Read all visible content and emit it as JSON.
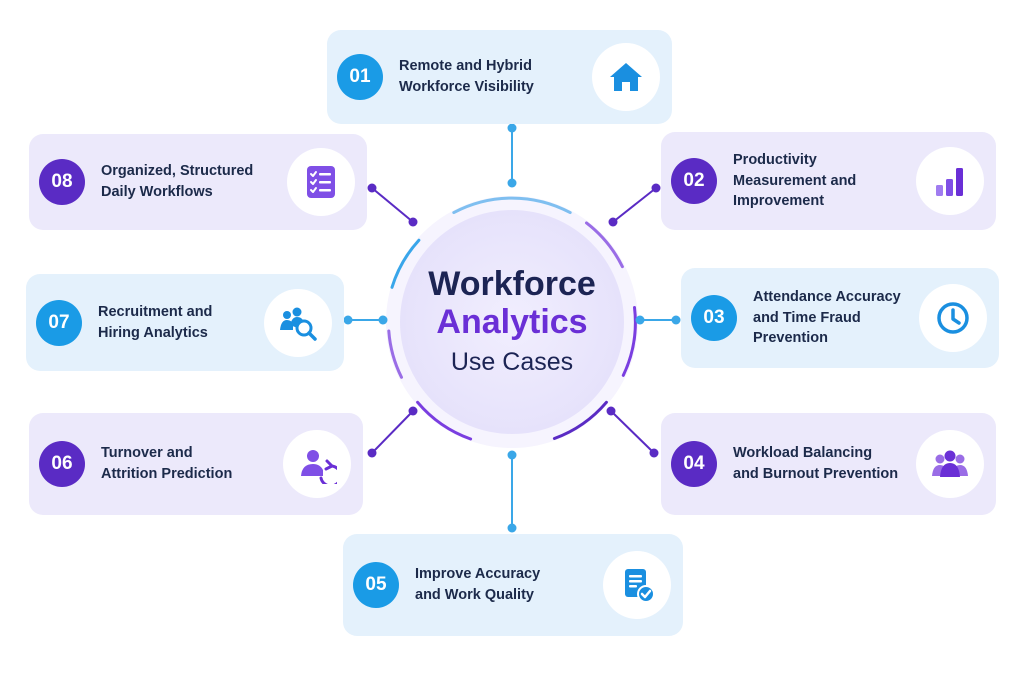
{
  "hub": {
    "line1": "Workforce",
    "line2": "Analytics",
    "line3": "Use Cases"
  },
  "colors": {
    "blue_accent": "#1a9be6",
    "purple_accent": "#5a2bc4",
    "blue_card": "#e4f1fc",
    "purple_card": "#ece9fb",
    "text_dark": "#1c2a4a"
  },
  "use_cases": [
    {
      "number": "01",
      "label": "Remote and Hybrid\nWorkforce Visibility",
      "icon": "home-icon",
      "theme": "blue"
    },
    {
      "number": "02",
      "label": "Productivity\nMeasurement and\nImprovement",
      "icon": "bar-chart-icon",
      "theme": "purple"
    },
    {
      "number": "03",
      "label": "Attendance Accuracy\nand Time Fraud\nPrevention",
      "icon": "clock-icon",
      "theme": "blue"
    },
    {
      "number": "04",
      "label": "Workload Balancing\nand Burnout Prevention",
      "icon": "team-icon",
      "theme": "purple"
    },
    {
      "number": "05",
      "label": "Improve Accuracy\nand Work Quality",
      "icon": "document-check-icon",
      "theme": "blue"
    },
    {
      "number": "06",
      "label": "Turnover and\nAttrition Prediction",
      "icon": "user-return-icon",
      "theme": "purple"
    },
    {
      "number": "07",
      "label": "Recruitment and\nHiring Analytics",
      "icon": "people-search-icon",
      "theme": "blue"
    },
    {
      "number": "08",
      "label": "Organized, Structured\nDaily Workflows",
      "icon": "checklist-icon",
      "theme": "purple"
    }
  ]
}
